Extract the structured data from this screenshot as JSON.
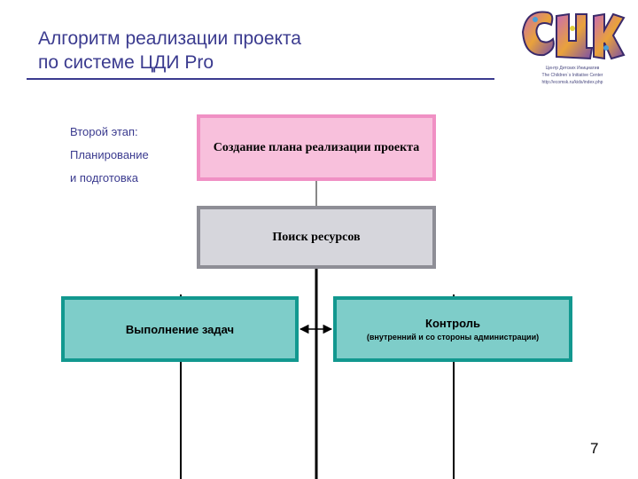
{
  "slide": {
    "title_line1": "Алгоритм реализации проекта",
    "title_line2": "по системе ЦДИ Pro",
    "page_number": "7"
  },
  "logo": {
    "line1": "Центр Детских Инициатив",
    "line2": "The Children`s Initiative Center",
    "line3": "http://ecomsk.ru/kids/index.php"
  },
  "stage": {
    "line1": "Второй этап:",
    "line2": "Планирование",
    "line3": "и подготовка"
  },
  "boxes": {
    "plan": "Создание плана реализации проекта",
    "search": "Поиск ресурсов",
    "tasks": "Выполнение задач",
    "control_title": "Контроль",
    "control_subtitle": "(внутренний и со стороны администрации)"
  },
  "colors": {
    "title": "#3b3b8f",
    "plan_fill": "#f8c0dc",
    "plan_border": "#f090c4",
    "search_fill": "#d6d6dc",
    "search_border": "#8e8e96",
    "task_fill": "#7ecdc9",
    "task_border": "#12988f"
  }
}
